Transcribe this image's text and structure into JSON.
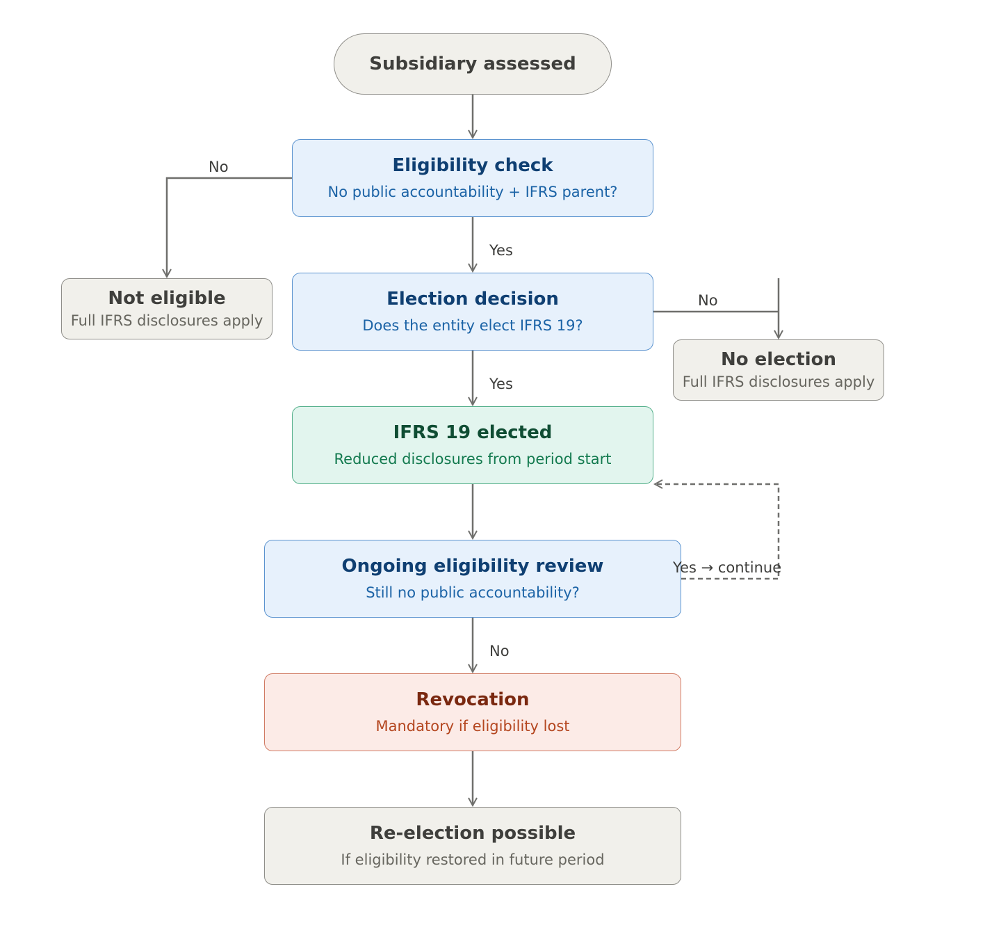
{
  "nodes": {
    "start": {
      "title": "Subsidiary assessed"
    },
    "eligibility": {
      "title": "Eligibility check",
      "subtitle": "No public accountability + IFRS parent?"
    },
    "not_eligible": {
      "title": "Not eligible",
      "subtitle": "Full IFRS disclosures apply"
    },
    "election": {
      "title": "Election decision",
      "subtitle": "Does the entity elect IFRS 19?"
    },
    "no_election": {
      "title": "No election",
      "subtitle": "Full IFRS disclosures apply"
    },
    "elected": {
      "title": "IFRS 19 elected",
      "subtitle": "Reduced disclosures from period start"
    },
    "review": {
      "title": "Ongoing eligibility review",
      "subtitle": "Still no public accountability?"
    },
    "revocation": {
      "title": "Revocation",
      "subtitle": "Mandatory if eligibility lost"
    },
    "reelection": {
      "title": "Re-election possible",
      "subtitle": "If eligibility restored in future period"
    }
  },
  "edge_labels": {
    "eligibility_no": "No",
    "eligibility_yes": "Yes",
    "election_no": "No",
    "election_yes": "Yes",
    "review_yes": "Yes → continue",
    "review_no": "No"
  },
  "colors": {
    "neutral_fill": "#f1f0eb",
    "blue_fill": "#e7f1fc",
    "green_fill": "#e2f5ee",
    "red_fill": "#fcebe7",
    "edge": "#6f6f6c"
  }
}
